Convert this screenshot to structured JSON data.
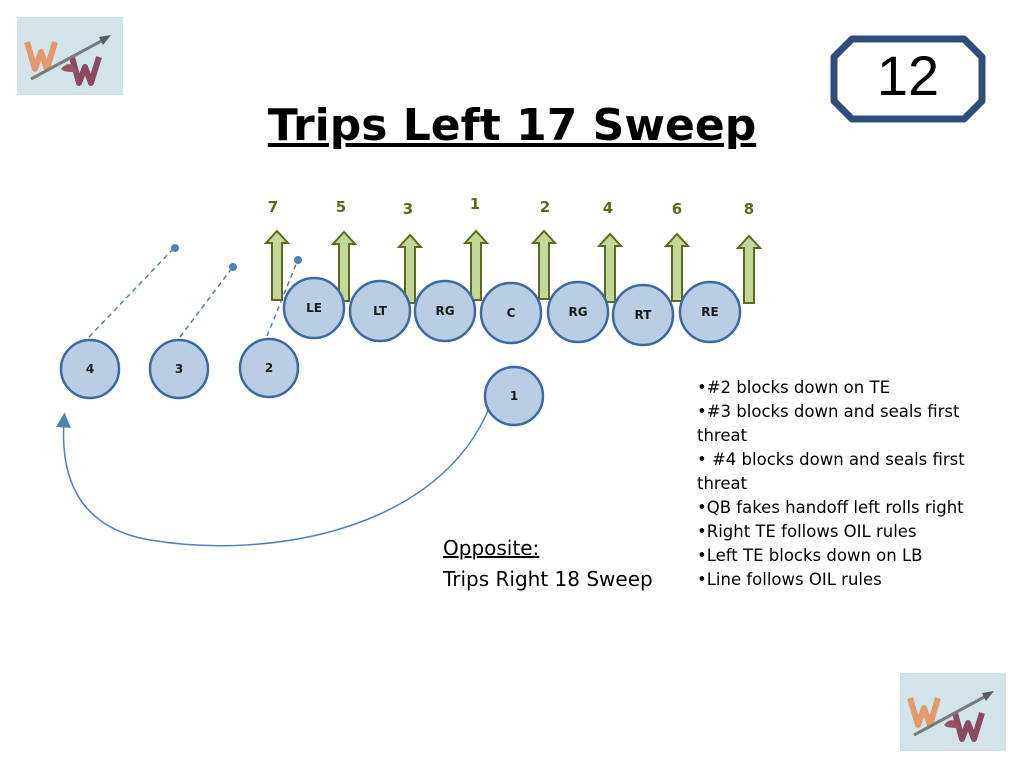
{
  "title": "Trips Left 17 Sweep",
  "slide_number": "12",
  "hole_numbers": [
    {
      "label": "7"
    },
    {
      "label": "5"
    },
    {
      "label": "3"
    },
    {
      "label": "1"
    },
    {
      "label": "2"
    },
    {
      "label": "4"
    },
    {
      "label": "6"
    },
    {
      "label": "8"
    }
  ],
  "line_players": [
    {
      "label": "LE"
    },
    {
      "label": "LT"
    },
    {
      "label": "RG"
    },
    {
      "label": "C"
    },
    {
      "label": "RG"
    },
    {
      "label": "RT"
    },
    {
      "label": "RE"
    }
  ],
  "backs": [
    {
      "label": "4"
    },
    {
      "label": "3"
    },
    {
      "label": "2"
    },
    {
      "label": "1"
    }
  ],
  "opposite": {
    "heading": "Opposite:",
    "play": "Trips Right 18 Sweep"
  },
  "notes": [
    "•#2 blocks down on TE",
    "•#3 blocks down and seals first threat",
    "• #4 blocks down and seals first threat",
    "•QB fakes handoff left rolls right",
    "•Right TE follows OIL rules",
    "•Left TE blocks down on LB",
    "•Line follows OIL rules"
  ],
  "colors": {
    "player_fill": "#b9cde5",
    "player_stroke": "#3b6aa0",
    "arrow_fill": "#c4d79b",
    "arrow_stroke": "#5a6b1e",
    "route": "#4f81bd",
    "number_box": "#2e4d7b"
  },
  "icons": [
    "team-logo",
    "hole-arrow",
    "route-dot"
  ]
}
